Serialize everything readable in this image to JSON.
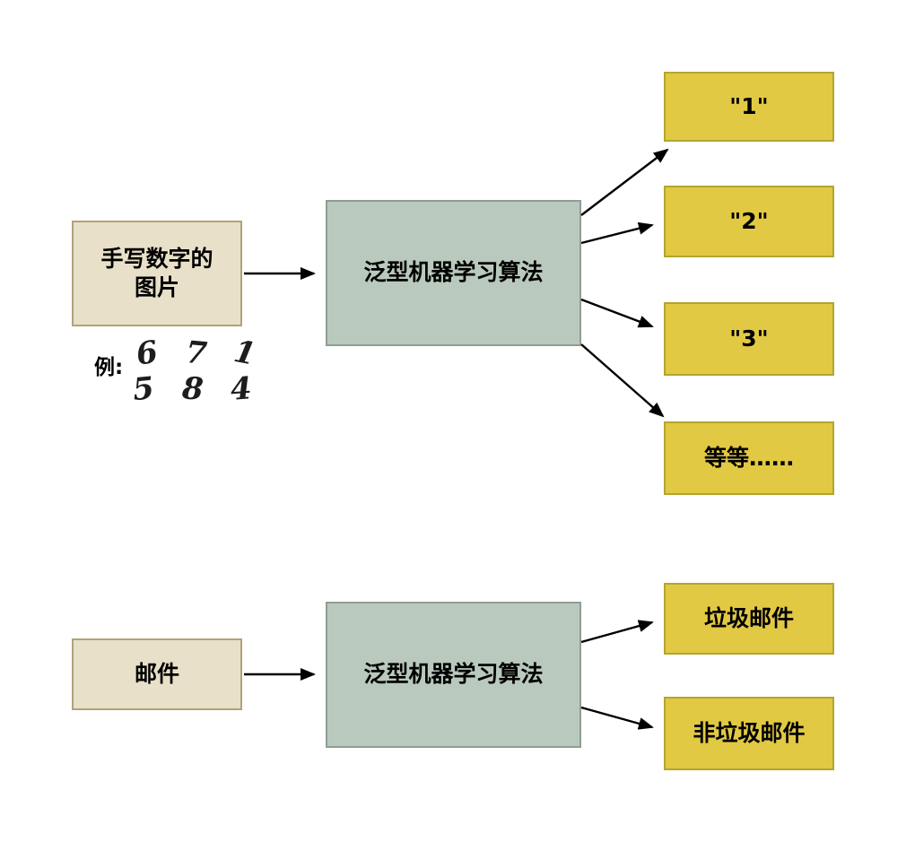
{
  "colors": {
    "background": "#ffffff",
    "input_fill": "#e8e0c8",
    "input_border": "#b3a277",
    "process_fill": "#b9c9bd",
    "process_border": "#8f9e94",
    "output_fill": "#e2c943",
    "output_border": "#b3a52e",
    "arrow": "#000000"
  },
  "diagram1": {
    "input": {
      "line1": "手写数字的",
      "line2": "图片"
    },
    "process": {
      "label": "泛型机器学习算法"
    },
    "outputs": [
      "\"1\"",
      "\"2\"",
      "\"3\"",
      "等等……"
    ],
    "example": {
      "label": "例:",
      "row1": [
        "6",
        "7",
        "1"
      ],
      "row2": [
        "5",
        "8",
        "4"
      ]
    }
  },
  "diagram2": {
    "input": {
      "label": "邮件"
    },
    "process": {
      "label": "泛型机器学习算法"
    },
    "outputs": [
      "垃圾邮件",
      "非垃圾邮件"
    ]
  }
}
